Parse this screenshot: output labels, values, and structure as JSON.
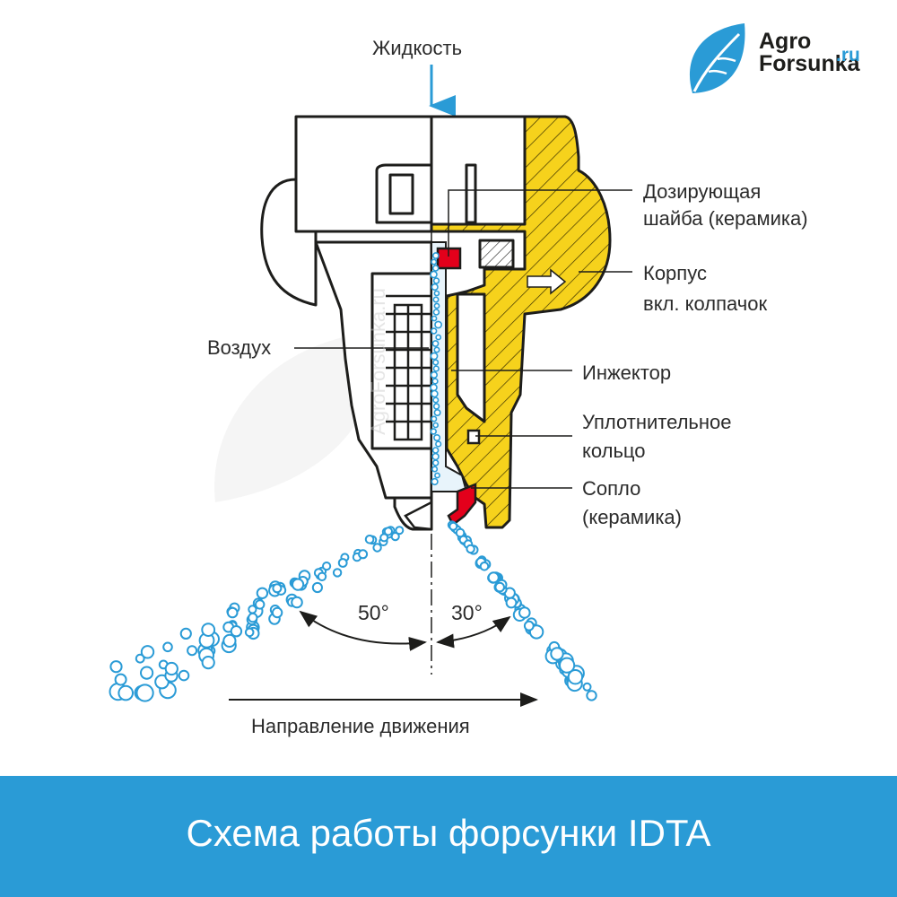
{
  "brand": {
    "name_line1": "Agro",
    "name_line2": "Forsunka",
    "name_suffix": ".ru",
    "icon": "leaf-icon",
    "color": "#2a9bd6"
  },
  "watermark": {
    "text": "AgroForsunka.ru"
  },
  "diagram": {
    "labels": {
      "liquid": "Жидкость",
      "metering_disc": [
        "Дозирующая",
        "шайба (керамика)"
      ],
      "body": [
        "Корпус",
        "вкл. колпачок"
      ],
      "air": "Воздух",
      "injector": "Инжектор",
      "seal": [
        "Уплотнительное",
        "кольцо"
      ],
      "nozzle": [
        "Сопло",
        "(керамика)"
      ],
      "angle_left": "50°",
      "angle_right": "30°",
      "direction": "Направление движения"
    },
    "colors": {
      "body_fill": "#f6d21c",
      "ceramic_red": "#e3001b",
      "droplets": "#2a9bd6",
      "outline": "#1d1d1b"
    }
  },
  "footer": {
    "title": "Схема работы форсунки IDTA"
  }
}
